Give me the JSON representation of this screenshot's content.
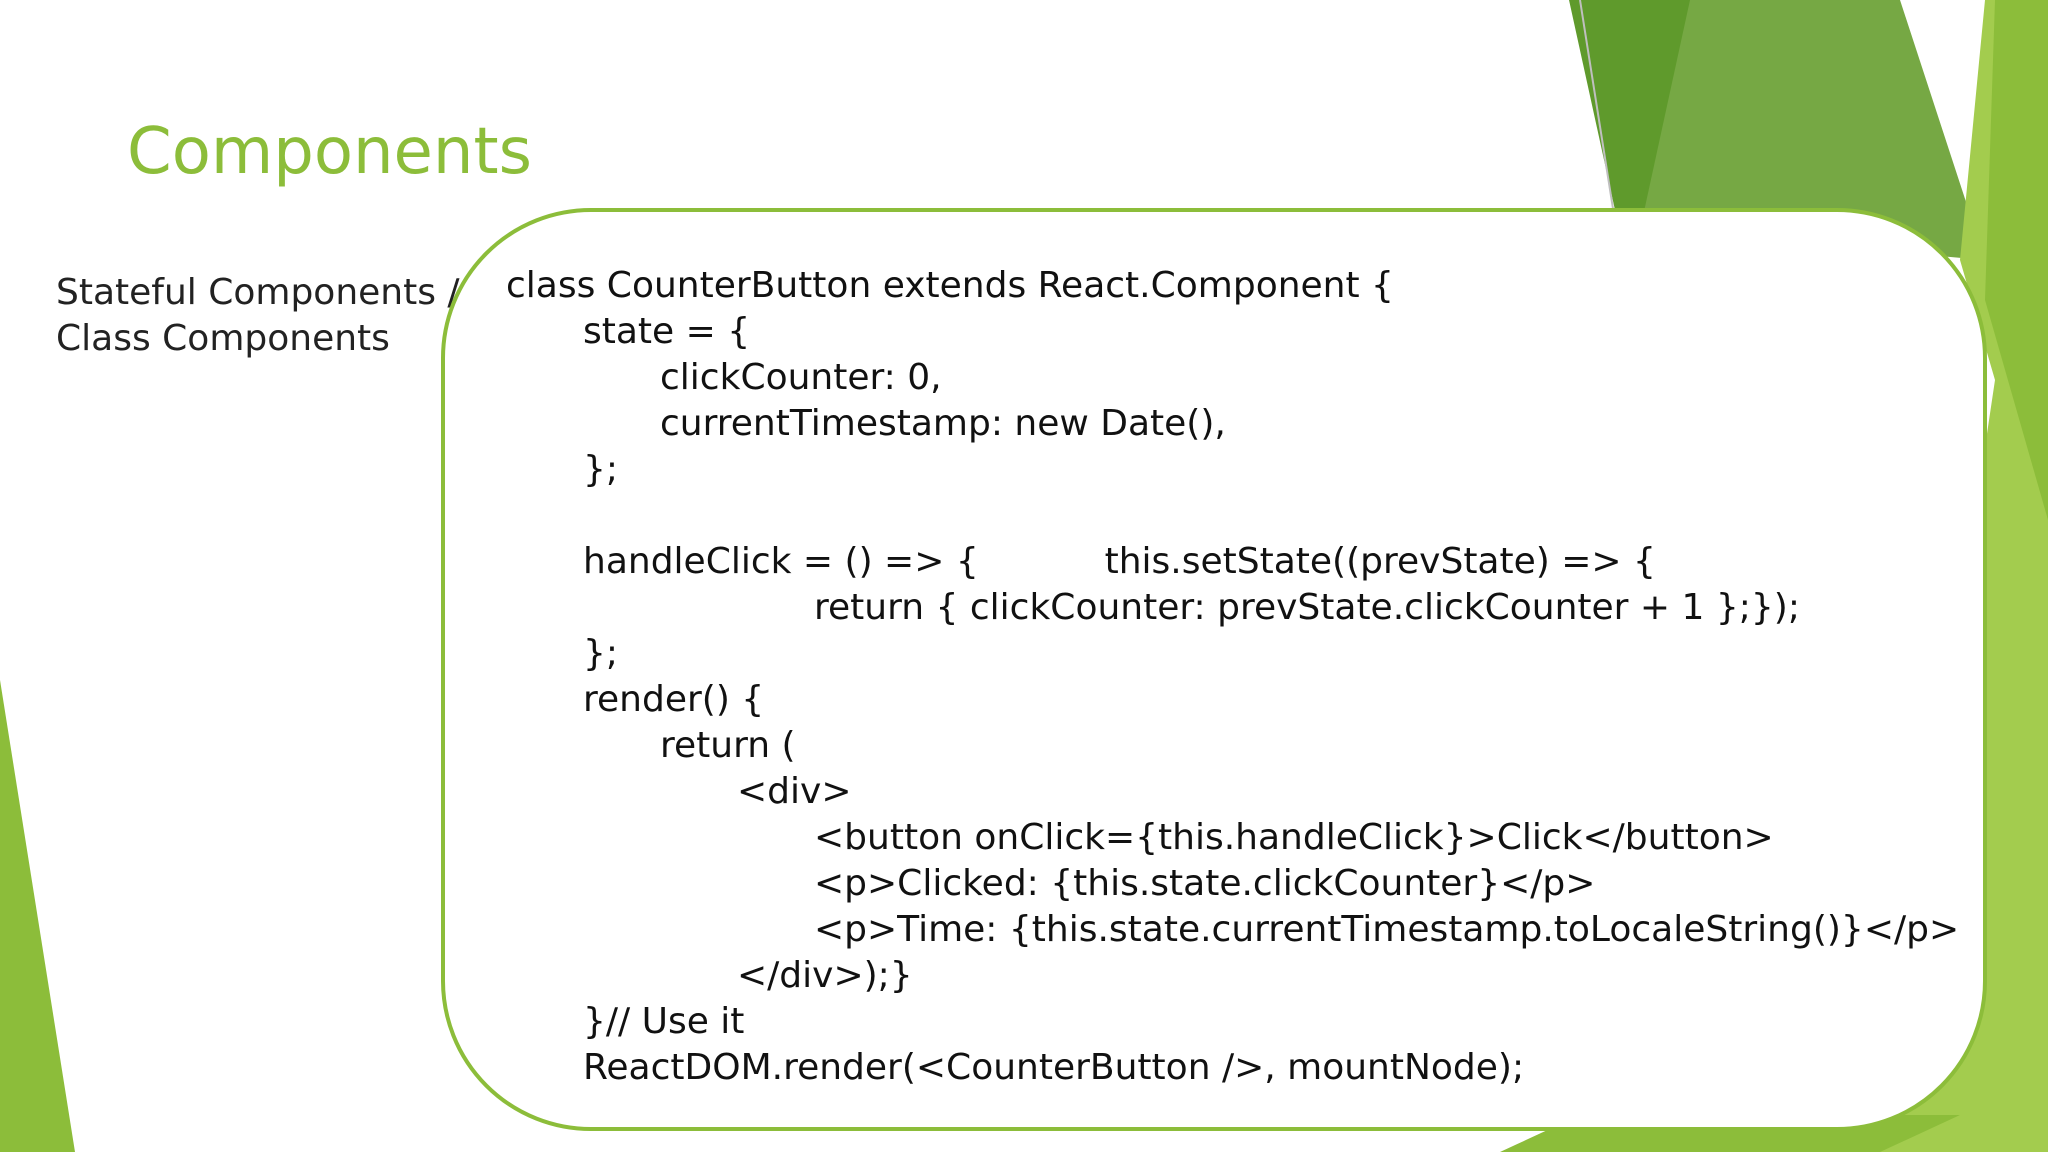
{
  "slide": {
    "title": "Components",
    "side_label_lines": [
      "Stateful Components /",
      "Class Components"
    ]
  },
  "code": {
    "lines": [
      {
        "indent": 0,
        "text": "class CounterButton extends React.Component {"
      },
      {
        "indent": 1,
        "text": "state = {"
      },
      {
        "indent": 2,
        "text": "clickCounter: 0,"
      },
      {
        "indent": 2,
        "text": "currentTimestamp: new Date(),"
      },
      {
        "indent": 1,
        "text": "};"
      },
      {
        "indent": 1,
        "text": ""
      },
      {
        "indent": 1,
        "text": "handleClick = () => {           this.setState((prevState) => {"
      },
      {
        "indent": 4,
        "text": "return { clickCounter: prevState.clickCounter + 1 };});"
      },
      {
        "indent": 1,
        "text": "};"
      },
      {
        "indent": 1,
        "text": "render() {"
      },
      {
        "indent": 2,
        "text": "return ("
      },
      {
        "indent": 3,
        "text": "<div>"
      },
      {
        "indent": 4,
        "text": "<button onClick={this.handleClick}>Click</button>"
      },
      {
        "indent": 4,
        "text": "<p>Clicked: {this.state.clickCounter}</p>"
      },
      {
        "indent": 4,
        "text": "<p>Time: {this.state.currentTimestamp.toLocaleString()}</p>"
      },
      {
        "indent": 3,
        "text": "</div>);}"
      },
      {
        "indent": 1,
        "text": "}// Use it"
      },
      {
        "indent": 1,
        "text": "ReactDOM.render(<CounterButton />, mountNode);"
      }
    ]
  },
  "theme": {
    "accent": "#8cbd3a",
    "accent_dark": "#5f9a2c",
    "accent_mid": "#76a844",
    "accent_light": "#a3cc4e",
    "text": "#111111",
    "background": "#ffffff"
  }
}
